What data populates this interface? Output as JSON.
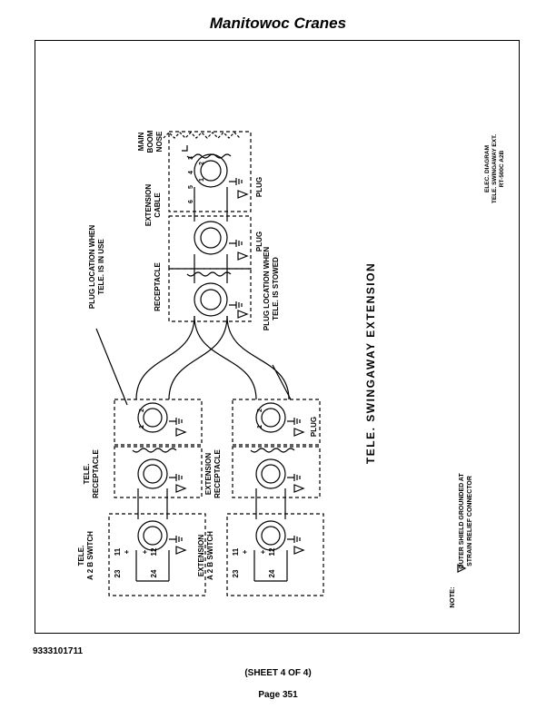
{
  "header": {
    "title": "Manitowoc Cranes"
  },
  "diagram": {
    "main_title": "TELE. SWINGAWAY EXTENSION",
    "caption_lines": [
      "ELEC. DIAGRAM",
      "TELE. SWINGAWAY EXT.",
      "RT-500C A2B"
    ],
    "labels": {
      "main_boom_nose": [
        "MAIN",
        "BOOM",
        "NOSE"
      ],
      "extension_cable": [
        "EXTENSION",
        "CABLE"
      ],
      "receptacle": "RECEPTACLE",
      "plug": "PLUG",
      "plug_in_use": [
        "PLUG LOCATION WHEN",
        "TELE. IS IN USE"
      ],
      "plug_stowed": [
        "PLUG LOCATION WHEN",
        "TELE. IS STOWED"
      ],
      "tele_receptacle": [
        "TELE.",
        "RECEPTACLE"
      ],
      "extension_receptacle": [
        "EXTENSION",
        "RECEPTACLE"
      ],
      "tele_switch": [
        "TELE.",
        "A 2 B SWITCH"
      ],
      "extension_switch": [
        "EXTENSION",
        "A 2 B SWITCH"
      ],
      "sw_23": "23",
      "sw_11": "11",
      "sw_24": "24",
      "sw_12": "12",
      "plus": "+",
      "pin_1": "1",
      "pin_2": "2",
      "pin_3": "3",
      "pin_4": "4",
      "pin_5": "5",
      "pin_6": "6",
      "note": "NOTE:",
      "note_lines": [
        "OUTER SHIELD GROUNDED AT",
        "STRAIN RELIEF CONNECTOR"
      ]
    }
  },
  "footer": {
    "doc_number": "9333101711",
    "sheet": "(SHEET 4 OF 4)",
    "page": "Page 351"
  }
}
